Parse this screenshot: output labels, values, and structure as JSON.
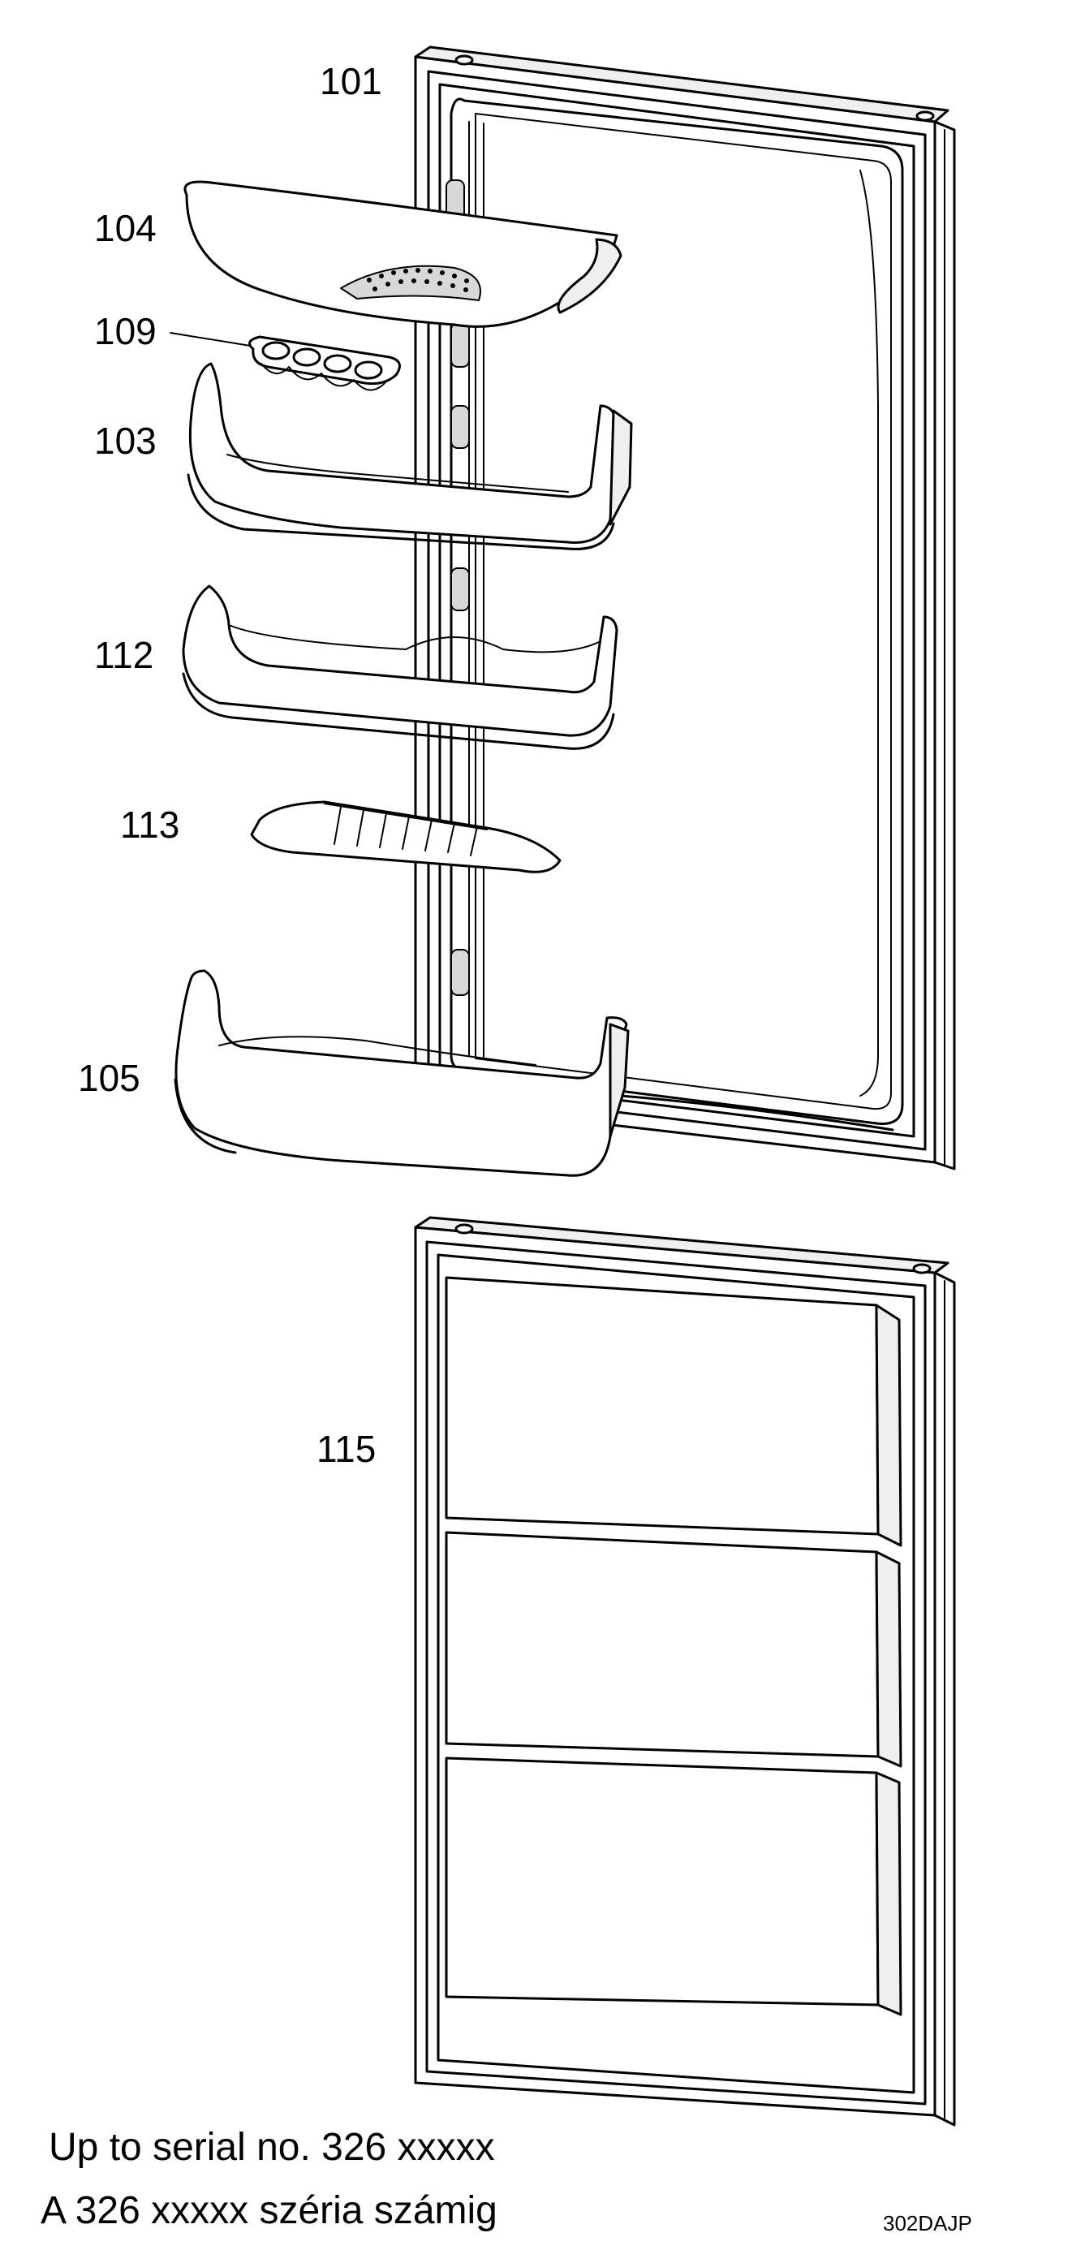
{
  "callouts": {
    "c101": "101",
    "c104": "104",
    "c109": "109",
    "c103": "103",
    "c112": "112",
    "c113": "113",
    "c105": "105",
    "c115": "115"
  },
  "caption": {
    "line1": "Up to serial no. 326 xxxxx",
    "line2": "A 326 xxxxx széria számig"
  },
  "drawing_code": "302DAJP"
}
